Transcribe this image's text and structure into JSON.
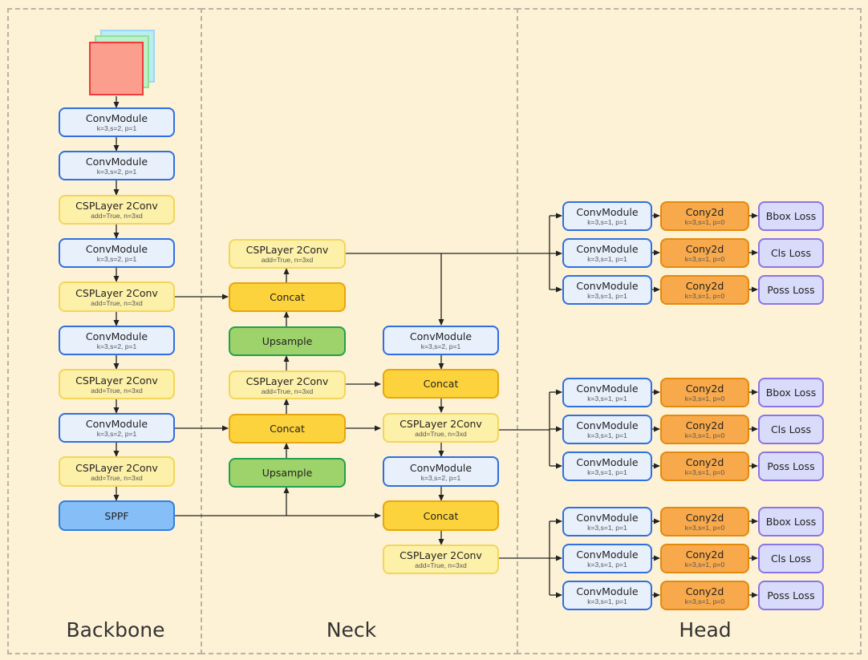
{
  "sections": {
    "backbone": "Backbone",
    "neck": "Neck",
    "head": "Head"
  },
  "labels": {
    "convmodule": "ConvModule",
    "csplayer": "CSPLayer 2Conv",
    "concat": "Concat",
    "upsample": "Upsample",
    "sppf": "SPPF",
    "cony2d": "Cony2d",
    "bbox_loss": "Bbox Loss",
    "cls_loss": "Cls Loss",
    "poss_loss": "Poss Loss"
  },
  "params": {
    "conv_s2": "k=3,s=2, p=1",
    "conv_s1": "k=3,s=1, p=1",
    "csp": "add=True, n=3xd",
    "cony": "k=3,s=1, p=0"
  },
  "colors": {
    "background": "#fdf2d5",
    "conv_fill": "#e8f0fc",
    "conv_border": "#2f6fe0",
    "csp_fill": "#fdf0a8",
    "csp_border": "#f2d65a",
    "concat_fill": "#fcd33c",
    "concat_border": "#e8a60d",
    "upsample_fill": "#9ed26a",
    "upsample_border": "#23a04f",
    "sppf_fill": "#86bff7",
    "sppf_border": "#2f7fe0",
    "cony_fill": "#f7a94c",
    "cony_border": "#e38a0d",
    "loss_fill": "#d8dcfa",
    "loss_border": "#8b74e8"
  }
}
